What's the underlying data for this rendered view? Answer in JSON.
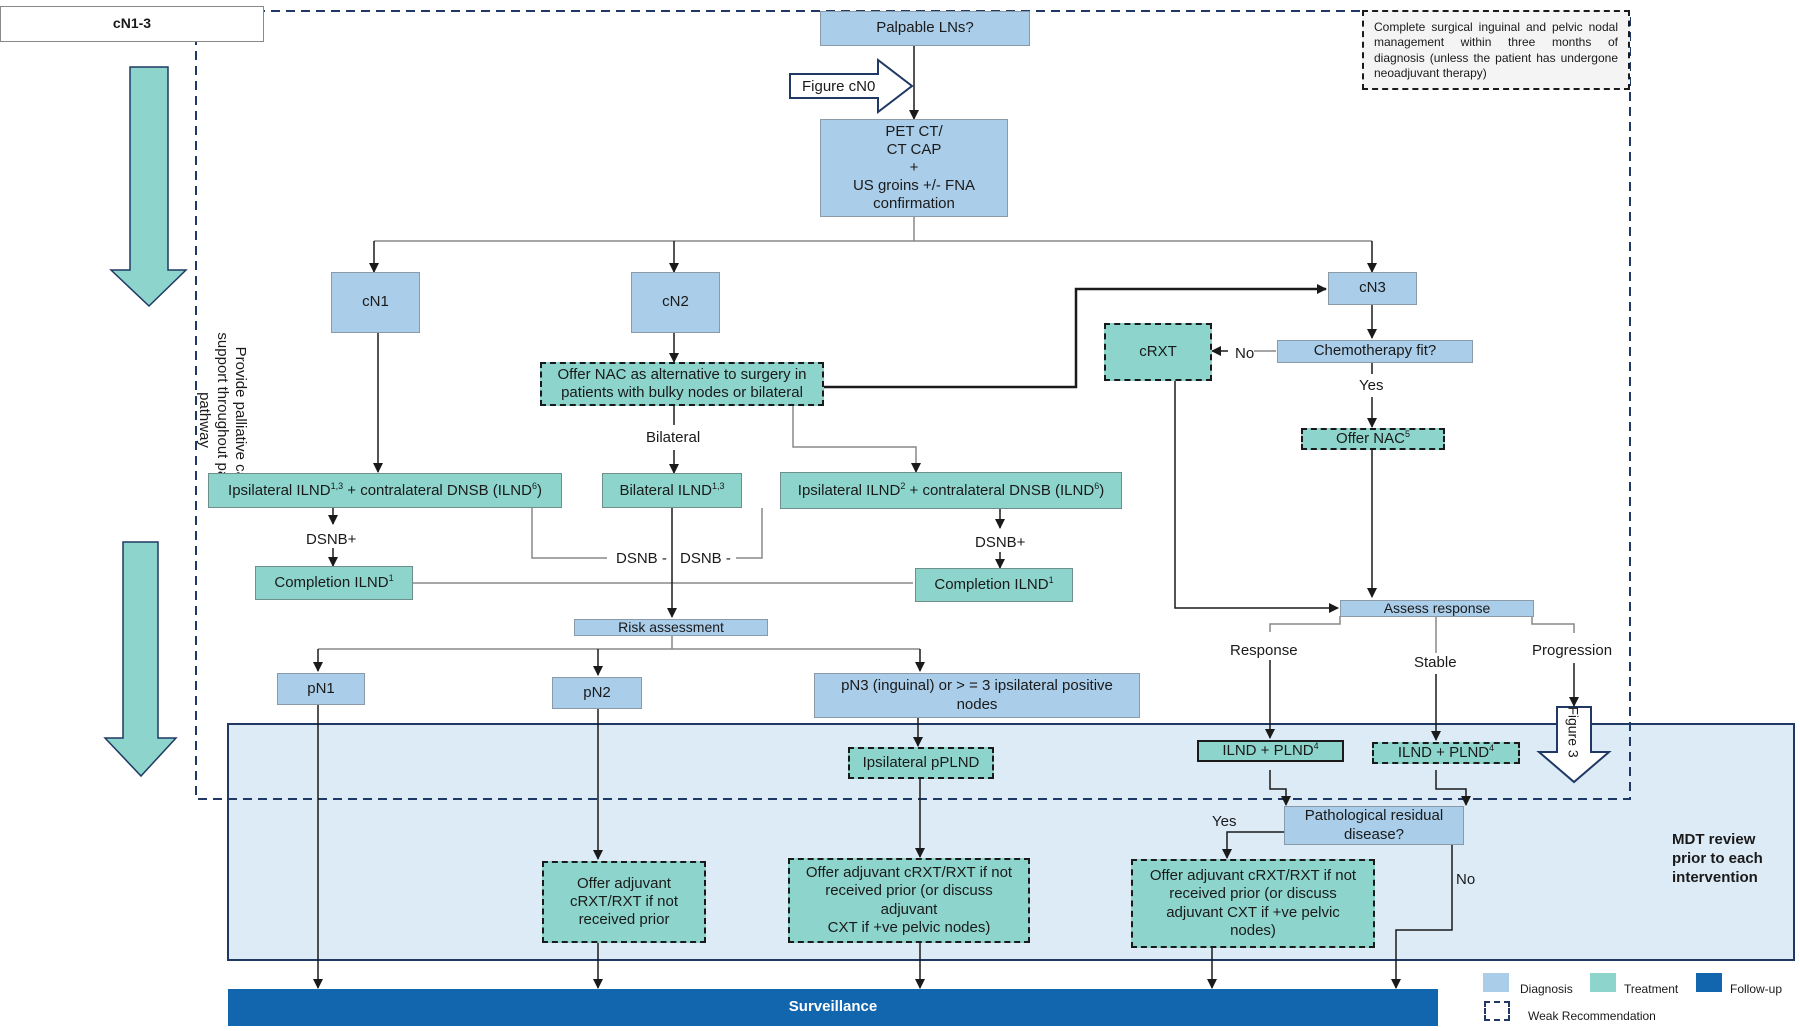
{
  "stage_label": "cN1-3",
  "palliative_text": "Provide palliative care support throughout patient pathway",
  "note_text": "Complete surgical inguinal and pelvic nodal management within three months of diagnosis (unless the patient has undergone neoadjuvant therapy)",
  "nodes": {
    "palpable": "Palpable LNs?",
    "figure_cn0": "Figure cN0",
    "petct": [
      "PET CT/",
      "CT CAP",
      "+",
      "US groins +/- FNA",
      "confirmation"
    ],
    "cn1": "cN1",
    "cn2": "cN2",
    "cn3": "cN3",
    "offer_nac_bulky": [
      "Offer NAC as alternative to surgery in",
      "patients with bulky nodes or bilateral"
    ],
    "cn1_ilnd": {
      "a": "Ipsilateral ILND",
      "sup_a": "1,3",
      "b": " + contralateral DNSB (ILND",
      "sup_b": "6",
      "c": ")"
    },
    "bilateral_ilnd": {
      "a": "Bilateral ILND",
      "sup_a": "1,3"
    },
    "cn2_ilnd": {
      "a": "Ipsilateral ILND",
      "sup_a": "2",
      "b": " + contralateral DNSB (ILND",
      "sup_b": "6",
      "c": ")"
    },
    "completion_left": {
      "a": "Completion ILND",
      "sup_a": "1"
    },
    "completion_right": {
      "a": "Completion ILND",
      "sup_a": "1"
    },
    "risk": "Risk assessment",
    "pn1": "pN1",
    "pn2": "pN2",
    "pn3": [
      "pN3 (inguinal) or > = 3 ipsilateral positive",
      "nodes"
    ],
    "crxt": "cRXT",
    "chemo_fit": "Chemotherapy fit?",
    "offer_nac": {
      "a": "Offer NAC",
      "sup_a": "5"
    },
    "assess": "Assess response",
    "ipsi_pplnd": "Ipsilateral pPLND",
    "ilnd_plnd_a": {
      "a": "ILND + PLND",
      "sup_a": "4"
    },
    "ilnd_plnd_b": {
      "a": "ILND + PLND",
      "sup_a": "4"
    },
    "path_residual": [
      "Pathological residual",
      "disease?"
    ],
    "adj_pn2": [
      "Offer adjuvant",
      "cRXT/RXT if not",
      "received prior"
    ],
    "adj_pn3": [
      "Offer adjuvant cRXT/RXT if not",
      "received prior (or discuss adjuvant",
      "CXT if +ve pelvic nodes)"
    ],
    "adj_cn3": [
      "Offer adjuvant cRXT/RXT if not",
      "received prior (or discuss",
      "adjuvant CXT if +ve pelvic",
      "nodes)"
    ],
    "surveillance": "Surveillance",
    "figure3": "Figure 3"
  },
  "edge_labels": {
    "bilateral": "Bilateral",
    "dsnb_pos_left": "DSNB+",
    "dsnb_pos_right": "DSNB+",
    "dsnb_neg_left": "DSNB -",
    "dsnb_neg_right": "DSNB -",
    "no_chemo": "No",
    "yes_chemo": "Yes",
    "response": "Response",
    "stable": "Stable",
    "progression": "Progression",
    "yes_path": "Yes",
    "no_path": "No"
  },
  "mdt_text": [
    "MDT review",
    "prior to each",
    "intervention"
  ],
  "legend": {
    "diagnosis": "Diagnosis",
    "treatment": "Treatment",
    "followup": "Follow-up",
    "weak": "Weak Recommendation"
  },
  "colors": {
    "diagnosis": "#aacde9",
    "treatment": "#8dd5cc",
    "followup": "#1166ad",
    "mdt_panel": "#ddebf7",
    "panel_border": "#1f3864",
    "arrow_teal": "#8dd5cc"
  }
}
